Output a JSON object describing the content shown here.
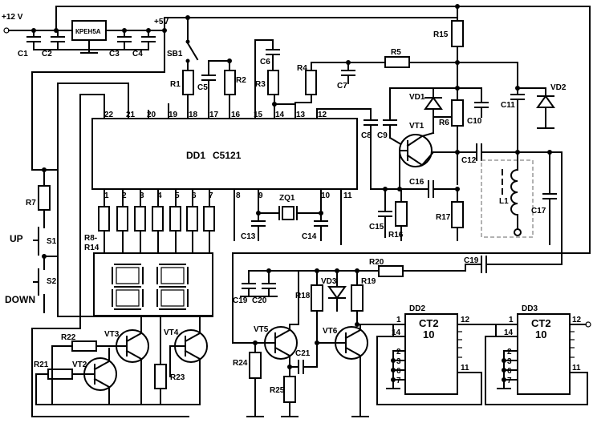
{
  "supply": {
    "v12": "+12 V",
    "v5": "+5V",
    "regulator": "КРЕН5А"
  },
  "ic_main": {
    "name": "DD1",
    "part": "C5121",
    "pins_top": [
      "22",
      "21",
      "20",
      "19",
      "18",
      "17",
      "16",
      "15",
      "14",
      "13",
      "12"
    ],
    "pins_bottom": [
      "1",
      "2",
      "3",
      "4",
      "5",
      "6",
      "7",
      "8",
      "9",
      "10",
      "11"
    ]
  },
  "counter_ic": {
    "part_line1": "CT2",
    "part_line2": "10",
    "dd2": "DD2",
    "dd3": "DD3",
    "pins_left": [
      "1",
      "14"
    ],
    "pins_right": [
      "12",
      "11"
    ],
    "pins_bottom": [
      "2",
      "3",
      "6",
      "7"
    ]
  },
  "buttons": {
    "up": "UP",
    "down": "DOWN",
    "s1": "S1",
    "s2": "S2",
    "sb1": "SB1"
  },
  "labels": {
    "C1": "C1",
    "C2": "C2",
    "C3": "C3",
    "C4": "C4",
    "C5": "C5",
    "C6": "C6",
    "C7": "C7",
    "C8": "C8",
    "C9": "C9",
    "C10": "C10",
    "C11": "C11",
    "C12": "C12",
    "C13": "C13",
    "C14": "C14",
    "C15": "C15",
    "C16": "C16",
    "C17": "C17",
    "C19": "C19",
    "C20": "C20",
    "C21": "C21",
    "C19b": "C19",
    "R1": "R1",
    "R2": "R2",
    "R3": "R3",
    "R4": "R4",
    "R5": "R5",
    "R6": "R6",
    "R7": "R7",
    "R8": "R8-",
    "R14": "R14",
    "R15": "R15",
    "R16": "R16",
    "R17": "R17",
    "R18": "R18",
    "R19": "R19",
    "R20": "R20",
    "R21": "R21",
    "R22": "R22",
    "R23": "R23",
    "R24": "R24",
    "R25": "R25",
    "VT1": "VT1",
    "VT2": "VT2",
    "VT3": "VT3",
    "VT4": "VT4",
    "VT5": "VT5",
    "VT6": "VT6",
    "VD1": "VD1",
    "VD2": "VD2",
    "VD3": "VD3",
    "L1": "L1",
    "ZQ1": "ZQ1"
  }
}
